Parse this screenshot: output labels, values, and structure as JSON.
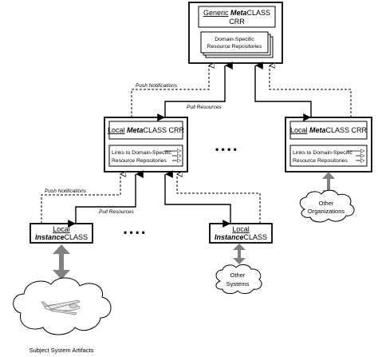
{
  "generic": {
    "prefix": "Generic",
    "meta": "Meta",
    "suffix": "CLASS",
    "crr": "CRR",
    "repo_line1": "Domain-Specific",
    "repo_line2": "Resource Repositories"
  },
  "local_left": {
    "prefix": "Local",
    "meta": "Meta",
    "suffix": "CLASS CRR",
    "links_line1": "Links to Domain-Specific",
    "links_line2": "Resource Repositories"
  },
  "local_right": {
    "prefix": "Local",
    "meta": "Meta",
    "suffix": "CLASS CRR",
    "links_line1": "Links to Domain-Specific",
    "links_line2": "Resource Repositories"
  },
  "instance_left": {
    "line1": "Local",
    "inst": "Instance",
    "suffix": "CLASS"
  },
  "instance_right": {
    "line1": "Local",
    "inst": "Instance",
    "suffix": "CLASS"
  },
  "labels": {
    "push_top": "Push Notifications",
    "pull_top": "Pull Resources",
    "push_bottom": "Push Notifications",
    "pull_bottom": "Pull Resources"
  },
  "clouds": {
    "other_orgs_1": "Other",
    "other_orgs_2": "Organizations",
    "other_sys_1": "Other",
    "other_sys_2": "Systems",
    "subject_artifacts": "Subject System Artifacts"
  },
  "ellipsis": "• • • •"
}
